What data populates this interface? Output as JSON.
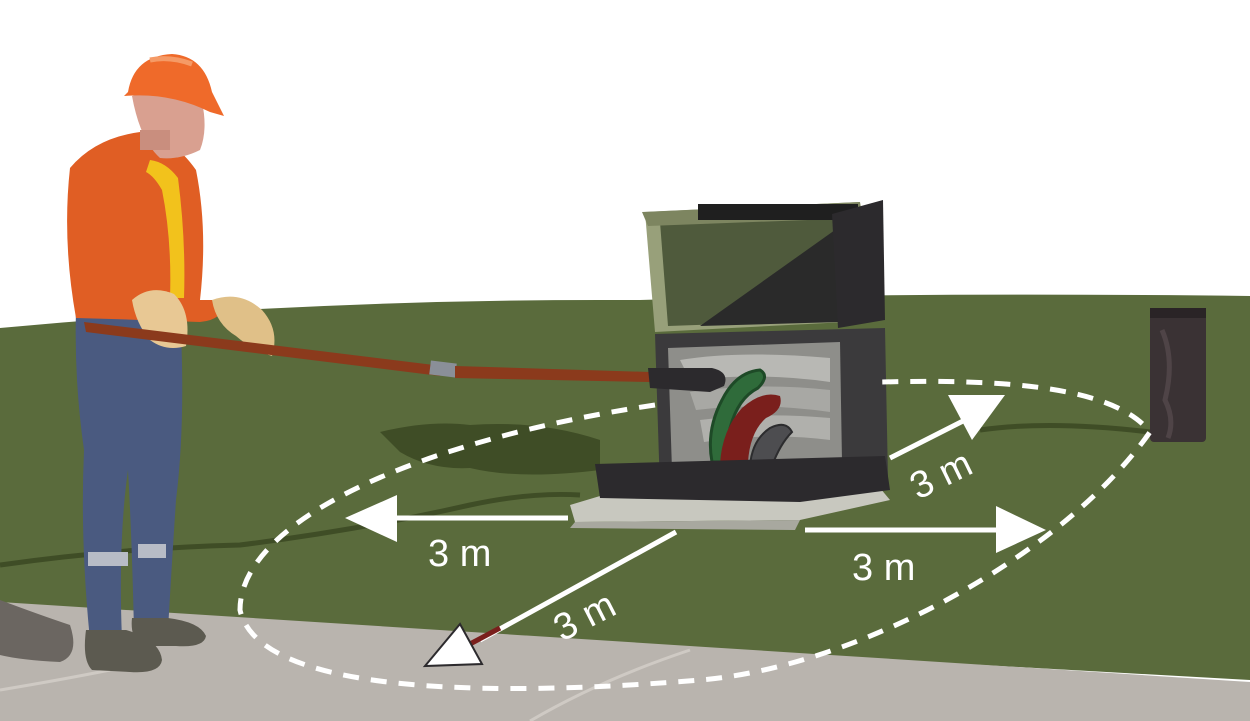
{
  "scene": {
    "colors": {
      "sky": "#ffffff",
      "grass": "#5a6b3c",
      "grass_dark": "#3f4d26",
      "sidewalk": "#b9b4ae",
      "cabinet_green": "#98a07a",
      "cabinet_dark": "#2c2a2d",
      "worker_orange": "#e05e24",
      "worker_jeans": "#4a5a80",
      "hardhat": "#ef6a2a",
      "hot_stick": "#8b3a1c",
      "safety_zone": "#ffffff"
    },
    "distance_labels": [
      {
        "id": "left",
        "text": "3 m"
      },
      {
        "id": "front",
        "text": "3 m"
      },
      {
        "id": "right",
        "text": "3 m"
      },
      {
        "id": "back",
        "text": "3 m"
      }
    ]
  }
}
